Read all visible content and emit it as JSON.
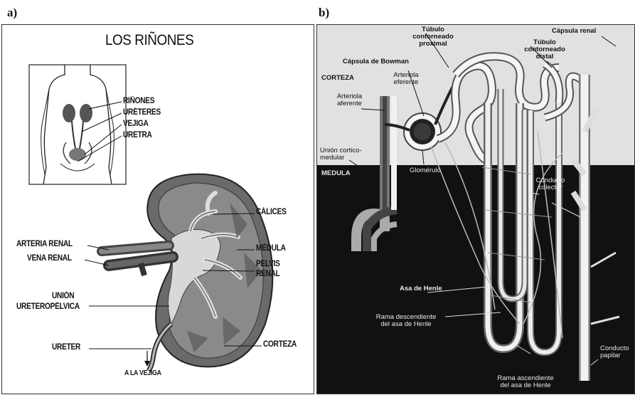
{
  "panel_a": {
    "letter": "a)",
    "title": "LOS RIÑONES",
    "body_labels": [
      "RIÑONES",
      "URÉTERES",
      "VEJIGA",
      "URETRA"
    ],
    "kidney_labels": {
      "calices": "CÁLICES",
      "medula": "MÉDULA",
      "pelvis_1": "PELVIS",
      "pelvis_2": "RENAL",
      "arteria": "ARTERIA RENAL",
      "vena": "VENA RENAL",
      "union_1": "UNIÓN",
      "union_2": "URETEROPÉLVICA",
      "ureter": "URETER",
      "corteza": "CORTEZA",
      "vejiga": "A LA VEJIGA"
    }
  },
  "panel_b": {
    "letter": "b)",
    "labels": {
      "tubulo_proximal_1": "Túbulo",
      "tubulo_proximal_2": "contorneado",
      "tubulo_proximal_3": "proximal",
      "capsula_renal": "Cápsula renal",
      "tubulo_distal_1": "Túbulo",
      "tubulo_distal_2": "contorneado",
      "tubulo_distal_3": "distal",
      "capsula_bowman": "Cápsula de Bowman",
      "corteza": "CORTEZA",
      "arteriola_eferente_1": "Arteriola",
      "arteriola_eferente_2": "eferente",
      "arteriola_aferente_1": "Arteriola",
      "arteriola_aferente_2": "aferente",
      "union_1": "Unión cortico-",
      "union_2": "medular",
      "medula": "MEDULA",
      "glomerulo": "Glomérulo",
      "conducto_colector_1": "Conducto",
      "conducto_colector_2": "colector",
      "asa_henle": "Asa de Henle",
      "rama_desc_1": "Rama descendiente",
      "rama_desc_2": "del asa de Henle",
      "rama_asc_1": "Rama ascendiente",
      "rama_asc_2": "del asa de Henle",
      "conducto_papilar_1": "Conducto",
      "conducto_papilar_2": "papilar"
    }
  }
}
